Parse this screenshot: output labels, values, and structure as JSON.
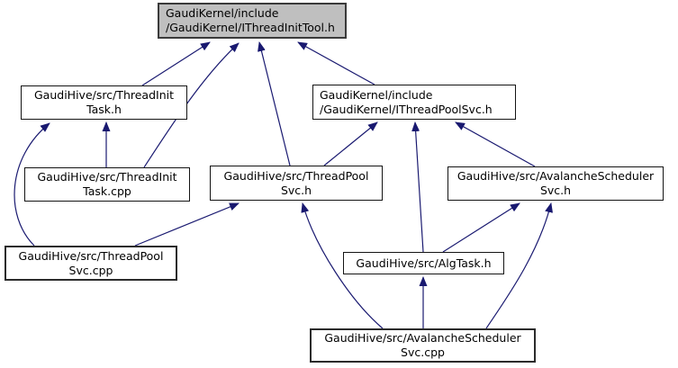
{
  "graph": {
    "type": "include-dependency-graph",
    "colors": {
      "edge": "#191970",
      "root_fill": "#bfbfbf",
      "node_fill": "#ffffff",
      "border": "#141414",
      "background": "#ffffff"
    },
    "nodes": {
      "ithreadinittool": {
        "line1": "GaudiKernel/include",
        "line2": "/GaudiKernel/IThreadInitTool.h",
        "role": "root"
      },
      "threadinittask_h": {
        "line1": "GaudiHive/src/ThreadInit",
        "line2": "Task.h"
      },
      "ithreadpoolsvc": {
        "line1": "GaudiKernel/include",
        "line2": "/GaudiKernel/IThreadPoolSvc.h"
      },
      "threadinittask_cpp": {
        "line1": "GaudiHive/src/ThreadInit",
        "line2": "Task.cpp"
      },
      "threadpoolsvc_h": {
        "line1": "GaudiHive/src/ThreadPool",
        "line2": "Svc.h"
      },
      "avalanche_h": {
        "line1": "GaudiHive/src/AvalancheScheduler",
        "line2": "Svc.h"
      },
      "threadpoolsvc_cpp": {
        "line1": "GaudiHive/src/ThreadPool",
        "line2": "Svc.cpp"
      },
      "algtask": {
        "line1": "GaudiHive/src/AlgTask.h",
        "line2": ""
      },
      "avalanche_cpp": {
        "line1": "GaudiHive/src/AvalancheScheduler",
        "line2": "Svc.cpp"
      }
    },
    "edges": [
      {
        "from": "threadinittask_h",
        "to": "ithreadinittool"
      },
      {
        "from": "threadinittask_cpp",
        "to": "ithreadinittool"
      },
      {
        "from": "threadpoolsvc_h",
        "to": "ithreadinittool"
      },
      {
        "from": "ithreadpoolsvc",
        "to": "ithreadinittool"
      },
      {
        "from": "threadinittask_cpp",
        "to": "threadinittask_h"
      },
      {
        "from": "threadpoolsvc_cpp",
        "to": "threadinittask_h"
      },
      {
        "from": "threadpoolsvc_cpp",
        "to": "threadpoolsvc_h"
      },
      {
        "from": "threadpoolsvc_h",
        "to": "ithreadpoolsvc"
      },
      {
        "from": "algtask",
        "to": "ithreadpoolsvc"
      },
      {
        "from": "avalanche_h",
        "to": "ithreadpoolsvc"
      },
      {
        "from": "algtask",
        "to": "avalanche_h"
      },
      {
        "from": "avalanche_cpp",
        "to": "threadpoolsvc_h"
      },
      {
        "from": "avalanche_cpp",
        "to": "algtask"
      },
      {
        "from": "avalanche_cpp",
        "to": "avalanche_h"
      }
    ]
  }
}
